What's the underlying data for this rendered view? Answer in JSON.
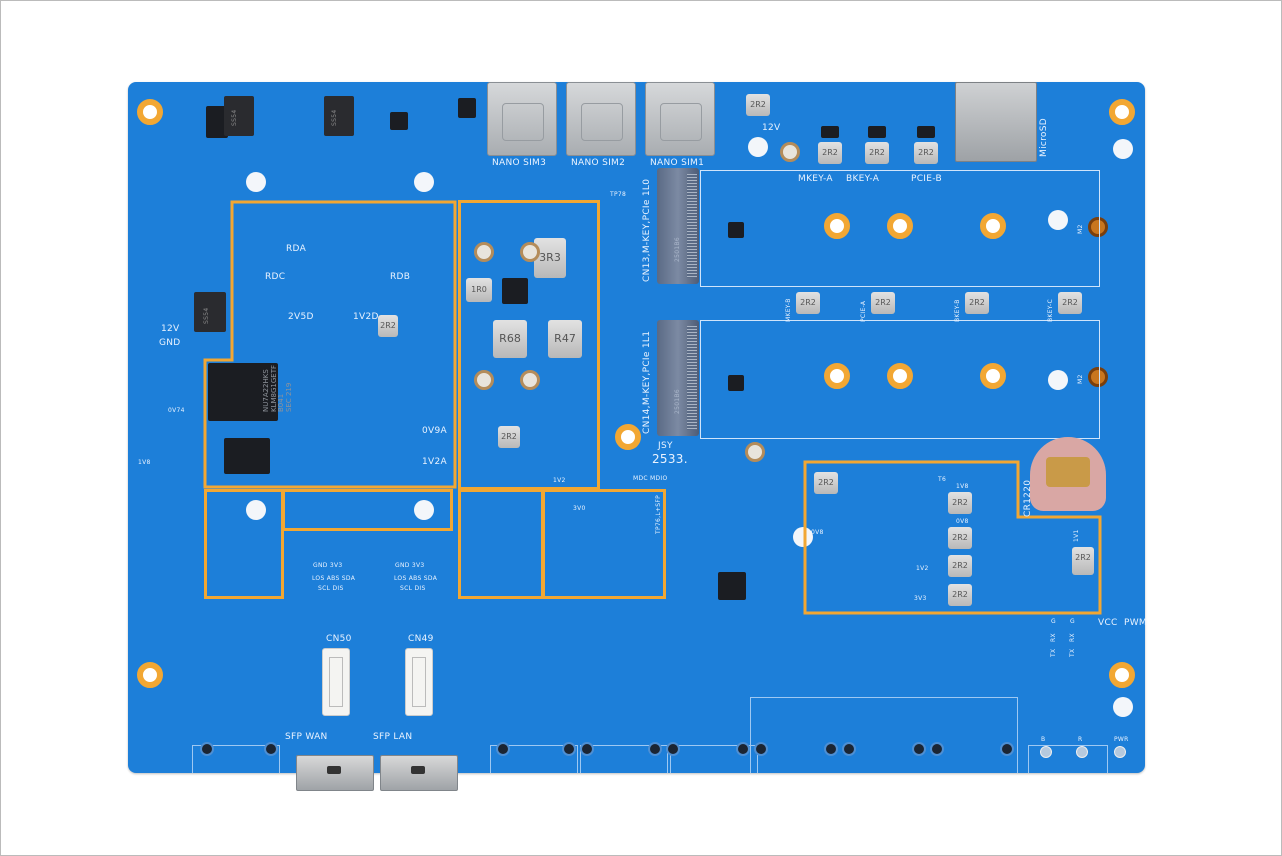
{
  "colors": {
    "board": "#1d7fd9",
    "outline": "#f2a733",
    "silkscreen": "#eaf3ff"
  },
  "top": {
    "sim3": "NANO SIM3",
    "sim2": "NANO SIM2",
    "sim1": "NANO SIM1",
    "v12": "12V",
    "mkey_a": "MKEY-A",
    "bkey_a": "BKEY-A",
    "pcie_b": "PCIE-B",
    "microsd": "MicroSD",
    "ind_top": "2R2"
  },
  "m2": {
    "cn13": "CN13,M-KEY,PCIe 1L0",
    "cn14": "CN14,M-KEY,PCIe 1L1",
    "slot_mark": "2501B6",
    "mkey_b": "MKEY-B",
    "pcie_a": "PCIE-A",
    "bkey_b": "BKEY-B",
    "bkey_c": "BKEY-C",
    "m2_label": "M2",
    "jsy": "JSY",
    "date": "2533.",
    "tp78": "TP78",
    "mdc": "MDC",
    "mdio": "MDIO"
  },
  "soc": {
    "rda": "RDA",
    "rdc": "RDC",
    "rdb": "RDB",
    "v2v5d": "2V5D",
    "v1v2d": "1V2D",
    "v1v2a": "1V2A",
    "v0v9a": "0V9A",
    "emmc_line1": "NU7A22HKS",
    "emmc_line2": "KLM8G1GETF",
    "emmc_line3": "B041",
    "emmc_line4": "SEC 219",
    "ss54": "SS54",
    "v12": "12V",
    "gnd": "GND",
    "v0v74": "0V74",
    "v1v8": "1V8"
  },
  "power": {
    "l3r3": "3R3",
    "l1r0": "1R0",
    "r68": "R68",
    "r47": "R47",
    "l2r2": "2R2",
    "v1v2": "1V2",
    "v3v0": "3V0",
    "tp76": "TP76,L+SFP"
  },
  "pmic": {
    "t6": "T6",
    "v1v8": "1V8",
    "v0v8": "0V8",
    "v1v2": "1V2",
    "v3v3": "3V3",
    "v0v8_left": "0V8",
    "v1v1": "1V1",
    "cr1220": "CR1220",
    "ind": "2R2"
  },
  "sfp": {
    "cn50": "CN50",
    "cn49": "CN49",
    "wan": "SFP WAN",
    "lan": "SFP LAN",
    "gnd3v3": "GND 3V3",
    "los_abs_sda": "LOS ABS SDA",
    "scl_dis": "SCL DIS"
  },
  "io": {
    "g": "G",
    "rx": "RX",
    "tx": "TX",
    "vcc": "VCC",
    "pwm": "PWM",
    "b": "B",
    "r": "R",
    "pwr": "PWR"
  }
}
